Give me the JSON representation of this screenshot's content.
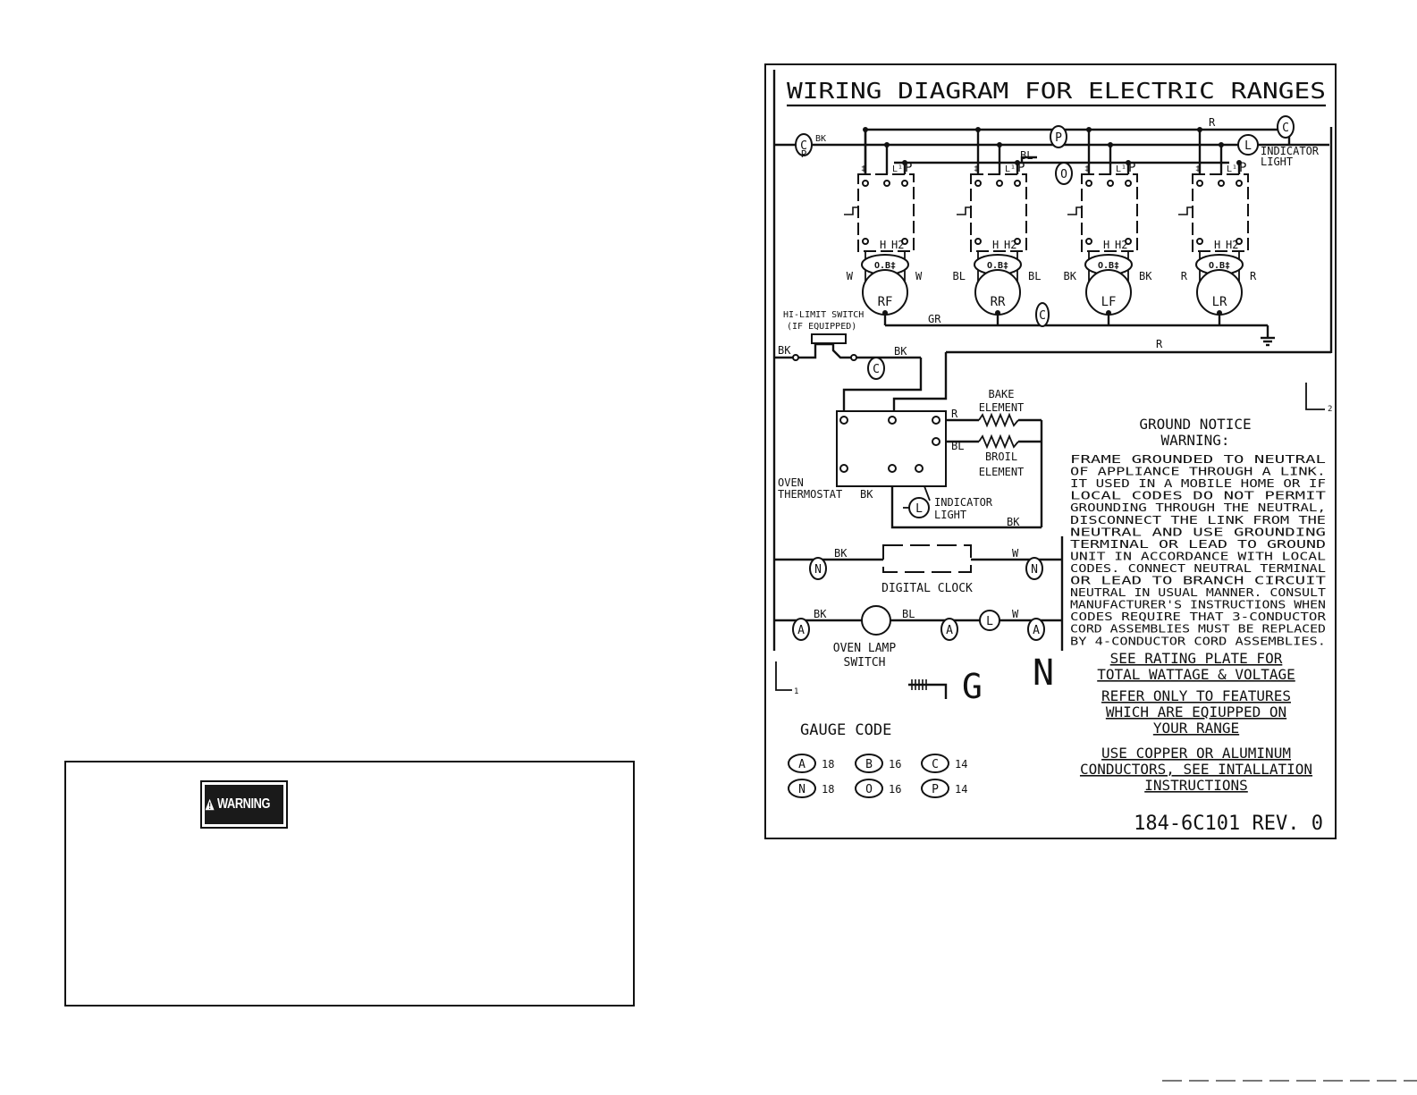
{
  "warning": {
    "badge_label": "WARNING",
    "icon": "warning-triangle-icon"
  },
  "diagram": {
    "title": "WIRING DIAGRAM FOR ELECTRIC RANGES",
    "burners": [
      {
        "code": "RF",
        "left_wire": "W",
        "right_wire": "W",
        "switch_label": "O.B‡"
      },
      {
        "code": "RR",
        "left_wire": "BL",
        "right_wire": "BL",
        "switch_label": "O.B‡"
      },
      {
        "code": "LF",
        "left_wire": "BK",
        "right_wire": "BK",
        "switch_label": "O.B‡"
      },
      {
        "code": "LR",
        "left_wire": "R",
        "right_wire": "R",
        "switch_label": "O.B‡"
      }
    ],
    "switch_terminals": {
      "left": "‡",
      "mid": "L¹",
      "right": "P",
      "h1": "H",
      "h2": "H2"
    },
    "labels": {
      "indicator_light_top": [
        "INDICATOR",
        "LIGHT"
      ],
      "hi_limit": [
        "HI-LIMIT SWITCH",
        "(IF EQUIPPED)"
      ],
      "bake_element": [
        "BAKE",
        "ELEMENT"
      ],
      "broil_element": [
        "BROIL",
        "ELEMENT"
      ],
      "oven_thermostat": [
        "OVEN",
        "THERMOSTAT"
      ],
      "indicator_light_oven": [
        "INDICATOR",
        "LIGHT"
      ],
      "digital_clock": "DIGITAL CLOCK",
      "oven_lamp_switch": [
        "OVEN LAMP",
        "SWITCH"
      ],
      "l1": "L",
      "l1_sub": "1",
      "l2": "L",
      "l2_sub": "2",
      "neutral": "N",
      "ground": "G"
    },
    "wires": {
      "bk": "BK",
      "bl": "BL",
      "r": "R",
      "w": "W",
      "gr": "GR"
    },
    "circle_codes": {
      "c": "C",
      "p": "P",
      "o": "O",
      "n": "N",
      "a": "A",
      "l": "L"
    },
    "ground_notice": {
      "title": [
        "GROUND NOTICE",
        "WARNING:"
      ],
      "body": [
        "FRAME GROUNDED TO NEUTRAL",
        "OF APPLIANCE THROUGH A LINK.",
        "IT USED IN A MOBILE HOME OR IF",
        "LOCAL CODES DO NOT PERMIT",
        "GROUNDING THROUGH THE NEUTRAL,",
        "DISCONNECT THE LINK FROM THE",
        "NEUTRAL AND USE GROUNDING",
        "TERMINAL OR LEAD TO GROUND",
        "UNIT IN ACCORDANCE WITH LOCAL",
        "CODES. CONNECT NEUTRAL TERMINAL",
        "OR LEAD TO BRANCH CIRCUIT",
        "NEUTRAL IN USUAL MANNER. CONSULT",
        "MANUFACTURER'S INSTRUCTIONS WHEN",
        "CODES REQUIRE THAT 3-CONDUCTOR",
        "CORD ASSEMBLIES MUST BE REPLACED",
        "BY 4-CONDUCTOR CORD ASSEMBLIES."
      ]
    },
    "notes": [
      [
        "SEE RATING PLATE FOR",
        "TOTAL WATTAGE & VOLTAGE"
      ],
      [
        "REFER ONLY TO FEATURES",
        "WHICH ARE EQIUPPED ON",
        "YOUR RANGE"
      ],
      [
        "USE COPPER OR ALUMINUM",
        "CONDUCTORS, SEE INTALLATION",
        "INSTRUCTIONS"
      ]
    ],
    "gauge_code": {
      "title": "GAUGE CODE",
      "items": [
        {
          "code": "A",
          "gauge": "18"
        },
        {
          "code": "B",
          "gauge": "16"
        },
        {
          "code": "C",
          "gauge": "14"
        },
        {
          "code": "N",
          "gauge": "18"
        },
        {
          "code": "O",
          "gauge": "16"
        },
        {
          "code": "P",
          "gauge": "14"
        }
      ]
    },
    "part_number": "184-6C101 REV. 0"
  }
}
